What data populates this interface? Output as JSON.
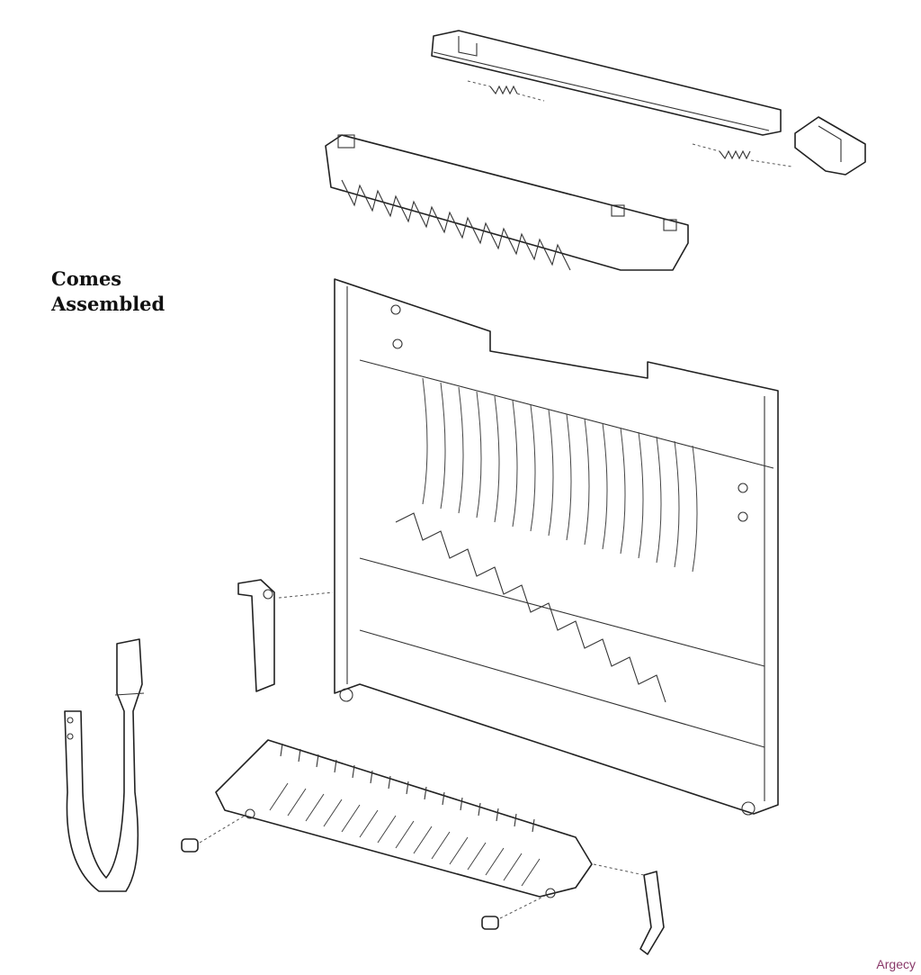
{
  "label": {
    "line1": "Comes",
    "line2": "Assembled"
  },
  "watermark": "Argecy"
}
